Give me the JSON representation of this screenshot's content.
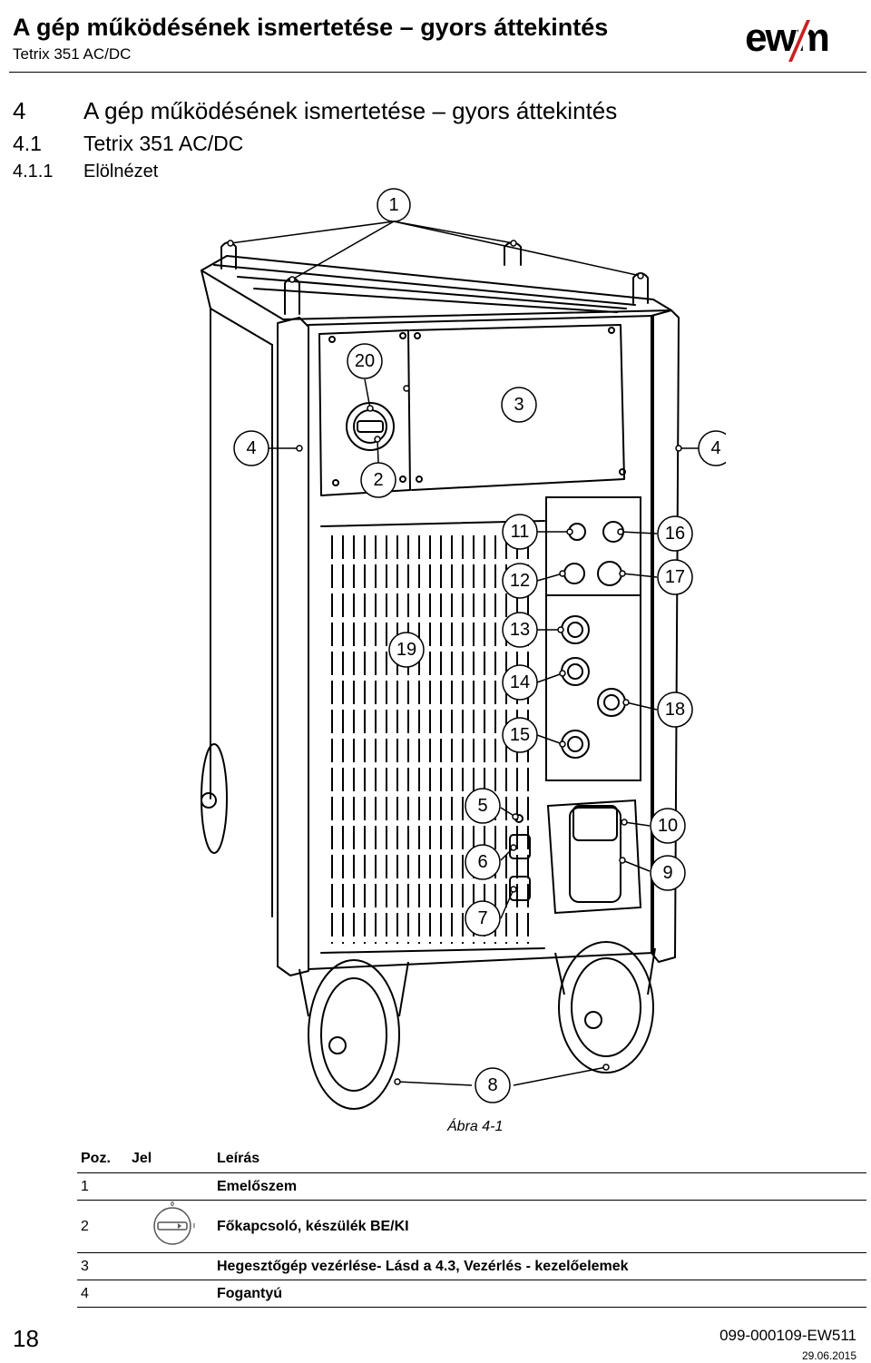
{
  "header": {
    "title": "A gép működésének ismertetése – gyors áttekintés",
    "subtitle": "Tetrix 351 AC/DC",
    "logo_text": "ewm"
  },
  "sections": [
    {
      "num": "4",
      "text": "A gép működésének ismertetése – gyors áttekintés"
    },
    {
      "num": "4.1",
      "text": "Tetrix 351 AC/DC"
    },
    {
      "num": "4.1.1",
      "text": "Elölnézet"
    }
  ],
  "figure": {
    "callouts": [
      "1",
      "20",
      "3",
      "4",
      "4",
      "2",
      "11",
      "16",
      "12",
      "17",
      "19",
      "13",
      "14",
      "18",
      "15",
      "5",
      "10",
      "6",
      "9",
      "7",
      "8"
    ],
    "caption": "Ábra 4-1"
  },
  "table": {
    "headers": {
      "pos": "Poz.",
      "sym": "Jel",
      "desc": "Leírás"
    },
    "rows": [
      {
        "pos": "1",
        "desc": "Emelőszem",
        "symbol": ""
      },
      {
        "pos": "2",
        "desc": "Főkapcsoló, készülék BE/KI",
        "symbol": "switch-symbol",
        "switch_labels": [
          "0",
          "I"
        ]
      },
      {
        "pos": "3",
        "desc": "Hegesztőgép vezérlése- Lásd a 4.3, Vezérlés - kezelőelemek",
        "symbol": ""
      },
      {
        "pos": "4",
        "desc": "Fogantyú",
        "symbol": ""
      }
    ]
  },
  "footer": {
    "page": "18",
    "doc_number": "099-000109-EW511",
    "date": "29.06.2015"
  }
}
